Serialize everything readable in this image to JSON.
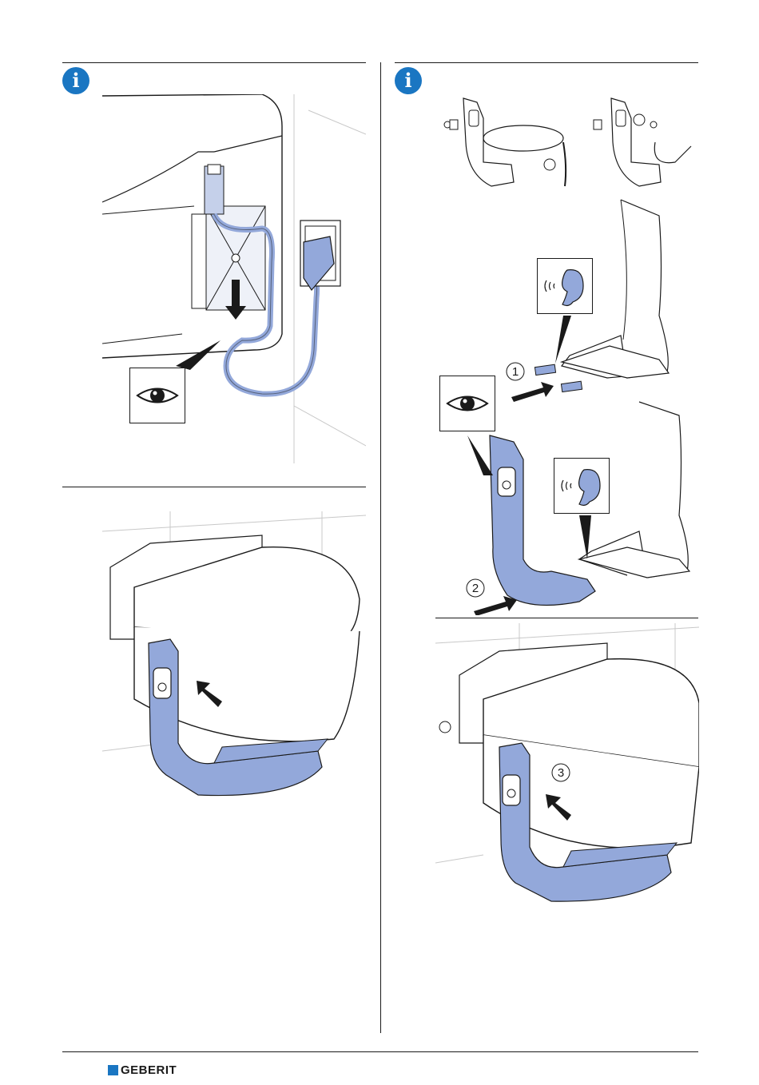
{
  "page": {
    "icons": {
      "info": "info-icon",
      "eye": "eye-icon",
      "ear": "ear-icon",
      "arrow": "arrow-icon"
    },
    "brand": "GEBERIT",
    "colors": {
      "accent": "#1a76c2",
      "part_fill": "#93a8da",
      "line": "#1a1a1a"
    }
  },
  "panels": {
    "top_left": {
      "icon": "info-icon",
      "label": "i"
    },
    "top_right": {
      "icon": "info-icon",
      "label": "i",
      "steps": [
        "1",
        "2",
        "3"
      ]
    }
  }
}
